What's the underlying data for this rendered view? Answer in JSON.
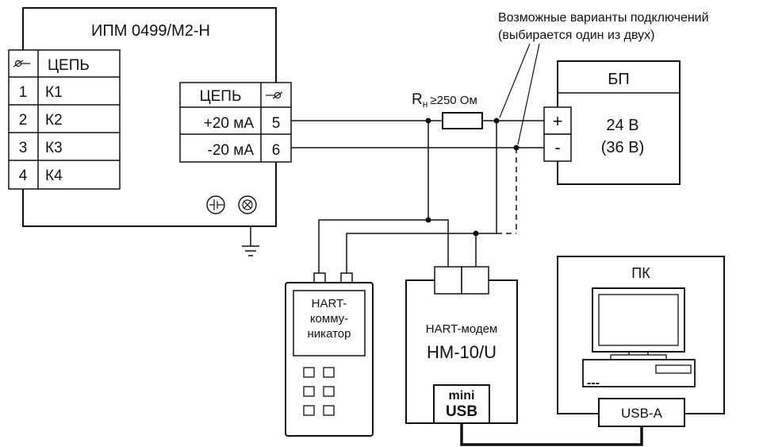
{
  "device": {
    "title": "ИПМ 0499/М2-Н",
    "left_table": {
      "header": "ЦЕПЬ",
      "rows": [
        {
          "num": "1",
          "name": "К1"
        },
        {
          "num": "2",
          "name": "К2"
        },
        {
          "num": "3",
          "name": "К3"
        },
        {
          "num": "4",
          "name": "К4"
        }
      ]
    },
    "right_table": {
      "header": "ЦЕПЬ",
      "rows": [
        {
          "name": "+20 мА",
          "num": "5"
        },
        {
          "name": "-20 мА",
          "num": "6"
        }
      ]
    }
  },
  "resistor": {
    "label_main": "R",
    "label_sub": "н",
    "label_rest": "≥250 Ом"
  },
  "note": {
    "line1": "Возможные варианты подключений",
    "line2": "(выбирается один из двух)"
  },
  "power_supply": {
    "title": "БП",
    "plus": "+",
    "minus": "-",
    "voltage": "24 В",
    "voltage_alt": "(36 В)"
  },
  "communicator": {
    "line1": "HART-",
    "line2": "комму-",
    "line3": "никатор"
  },
  "modem": {
    "line1": "HART-модем",
    "line2": "HM-10/U",
    "port_line1": "mini",
    "port_line2": "USB"
  },
  "pc": {
    "title": "ПК",
    "port": "USB-A",
    "dashes": "---"
  }
}
